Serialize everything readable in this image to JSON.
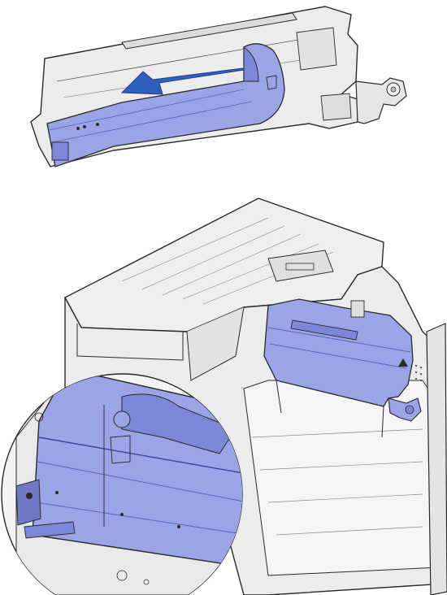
{
  "figure": {
    "panels": [
      {
        "name": "cartridge-cover-removal",
        "arrow_direction": "left"
      },
      {
        "name": "cartridge-installed-in-printer",
        "detail_callout": "magnified-cartridge-detail"
      }
    ]
  },
  "colors": {
    "cartridge": "#9aa4e6",
    "cartridge_dark": "#7c87d8",
    "arrow": "#2f5fbf",
    "printer_body": "#e8e8e8",
    "outline": "#2a2a2a",
    "background": "#ffffff"
  },
  "icons": [
    "left-arrow-icon",
    "warning-triangle-icon"
  ]
}
